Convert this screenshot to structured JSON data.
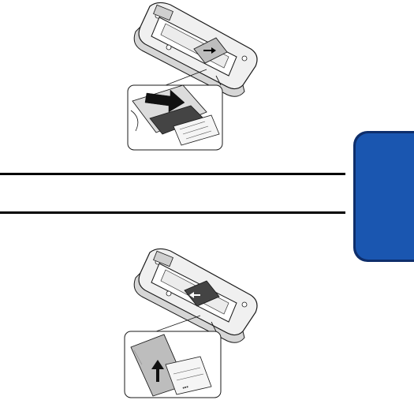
{
  "page": {
    "background": "#ffffff"
  },
  "figures": [
    {
      "id": "insert",
      "name": "phone-back-sim-insert-illustration",
      "detail_arrow": "push-right",
      "callout_arrow": "push-right"
    },
    {
      "id": "remove",
      "name": "phone-back-sim-remove-illustration",
      "detail_arrow": "push-up",
      "callout_arrow": "push-left"
    }
  ],
  "section_tab": {
    "label": "",
    "fill_color": "#1a56b0",
    "border_color": "#0e2e6b"
  },
  "colors": {
    "line": "#000000",
    "sketch": "#1a1a1a",
    "shade_light": "#e6e6e6",
    "shade_mid": "#c8c8c8",
    "shade_dark": "#4d4d4d"
  }
}
